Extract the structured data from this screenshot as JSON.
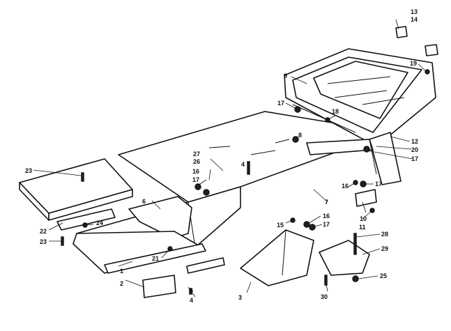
{
  "callouts": [
    {
      "id": "c1",
      "text": "1"
    },
    {
      "id": "c2",
      "text": "2"
    },
    {
      "id": "c3",
      "text": "3"
    },
    {
      "id": "c4a",
      "text": "4"
    },
    {
      "id": "c4b",
      "text": "4"
    },
    {
      "id": "c5",
      "text": "5"
    },
    {
      "id": "c6",
      "text": "6"
    },
    {
      "id": "c7",
      "text": "7"
    },
    {
      "id": "c8",
      "text": "8"
    },
    {
      "id": "c9",
      "text": "9"
    },
    {
      "id": "c10",
      "text": "10"
    },
    {
      "id": "c11",
      "text": "11"
    },
    {
      "id": "c12",
      "text": "12"
    },
    {
      "id": "c13",
      "text": "13"
    },
    {
      "id": "c14",
      "text": "14"
    },
    {
      "id": "c15",
      "text": "15"
    },
    {
      "id": "c16a",
      "text": "16"
    },
    {
      "id": "c16b",
      "text": "16"
    },
    {
      "id": "c16c",
      "text": "16"
    },
    {
      "id": "c17a",
      "text": "17"
    },
    {
      "id": "c17b",
      "text": "17"
    },
    {
      "id": "c17c",
      "text": "17"
    },
    {
      "id": "c17d",
      "text": "17"
    },
    {
      "id": "c17e",
      "text": "17"
    },
    {
      "id": "c18",
      "text": "18"
    },
    {
      "id": "c19",
      "text": "19"
    },
    {
      "id": "c20",
      "text": "20"
    },
    {
      "id": "c21",
      "text": "21"
    },
    {
      "id": "c22",
      "text": "22"
    },
    {
      "id": "c23a",
      "text": "23"
    },
    {
      "id": "c23b",
      "text": "23"
    },
    {
      "id": "c24",
      "text": "24"
    },
    {
      "id": "c25",
      "text": "25"
    },
    {
      "id": "c26",
      "text": "26"
    },
    {
      "id": "c27",
      "text": "27"
    },
    {
      "id": "c28",
      "text": "28"
    },
    {
      "id": "c29",
      "text": "29"
    },
    {
      "id": "c30",
      "text": "30"
    }
  ]
}
